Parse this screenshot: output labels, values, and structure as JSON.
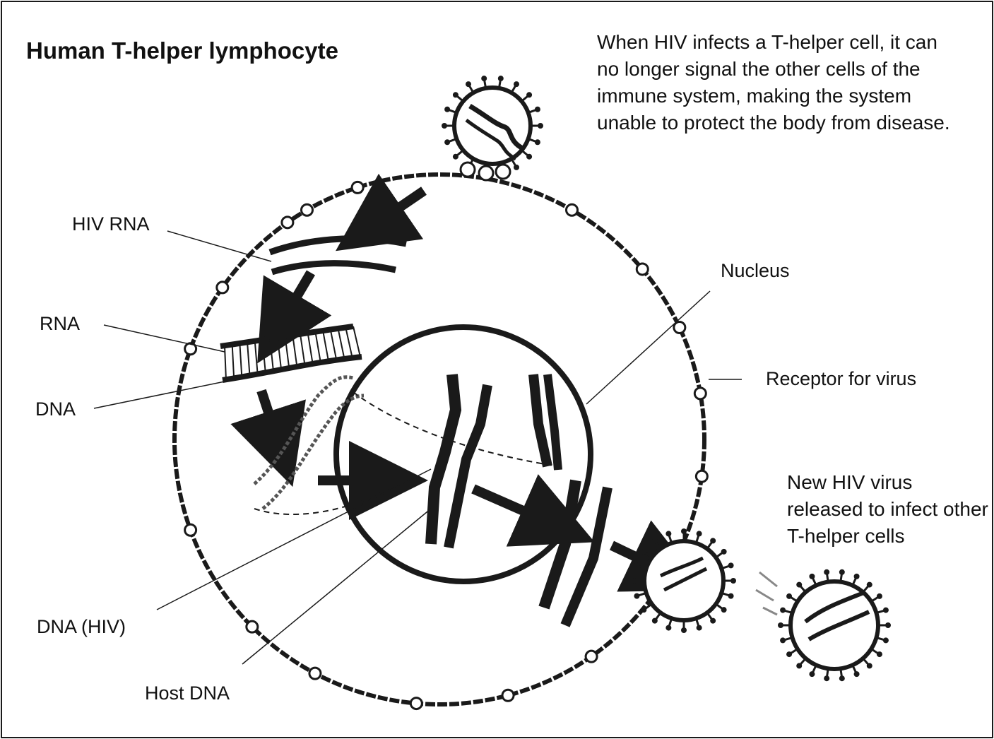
{
  "title": "Human T-helper lymphocyte",
  "caption": "When HIV infects a T-helper cell, it can no longer signal the other cells of the immune system, making the system unable to protect the body from disease.",
  "labels": {
    "hiv_rna": "HIV RNA",
    "rna": "RNA",
    "dna": "DNA",
    "nucleus": "Nucleus",
    "receptor": "Receptor for virus",
    "dna_hiv": "DNA (HIV)",
    "host_dna": "Host DNA",
    "new_virus": "New HIV virus released to infect other T-helper cells"
  },
  "colors": {
    "ink": "#1a1a1a",
    "paper": "#ffffff"
  }
}
